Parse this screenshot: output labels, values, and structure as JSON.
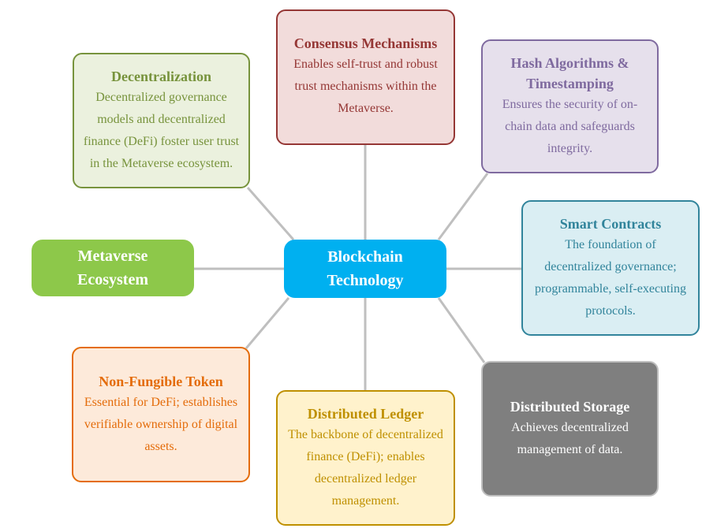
{
  "center": {
    "title_line1": "Blockchain",
    "title_line2": "Technology"
  },
  "metaverse": {
    "title_line1": "Metaverse",
    "title_line2": "Ecosystem"
  },
  "decentralization": {
    "title": "Decentralization",
    "desc_lines": [
      "Decentralized governance",
      "models and decentralized",
      "finance (DeFi) foster user trust",
      "in the Metaverse ecosystem."
    ]
  },
  "consensus": {
    "title": "Consensus Mechanisms",
    "desc_lines": [
      "Enables self-trust and robust",
      "trust mechanisms within the",
      "Metaverse."
    ]
  },
  "hash": {
    "title_line1": "Hash Algorithms &",
    "title_line2": "Timestamping",
    "desc_lines": [
      "Ensures the security of on-",
      "chain data and safeguards",
      "integrity."
    ]
  },
  "smart": {
    "title": "Smart Contracts",
    "desc_lines": [
      "The foundation of",
      "decentralized governance;",
      "programmable, self-executing",
      "protocols."
    ]
  },
  "nft": {
    "title": "Non-Fungible Token",
    "desc_lines": [
      "Essential for DeFi; establishes",
      "verifiable ownership of digital",
      "assets."
    ]
  },
  "ledger": {
    "title": "Distributed Ledger",
    "desc_lines": [
      "The backbone of decentralized",
      "finance (DeFi); enables",
      "decentralized ledger",
      "management."
    ]
  },
  "storage": {
    "title": "Distributed Storage",
    "desc_lines": [
      "Achieves decentralized",
      "management of data."
    ]
  },
  "colors": {
    "connector": "#BFBFBF",
    "center": "#00B0F0",
    "metaverse": "#8DC84A",
    "decentralization": "#77933C",
    "consensus": "#953735",
    "hash": "#7F6A9F",
    "smart": "#31849B",
    "nft": "#E46C0A",
    "ledger": "#BF9000",
    "storage": "#7F7F7F"
  }
}
